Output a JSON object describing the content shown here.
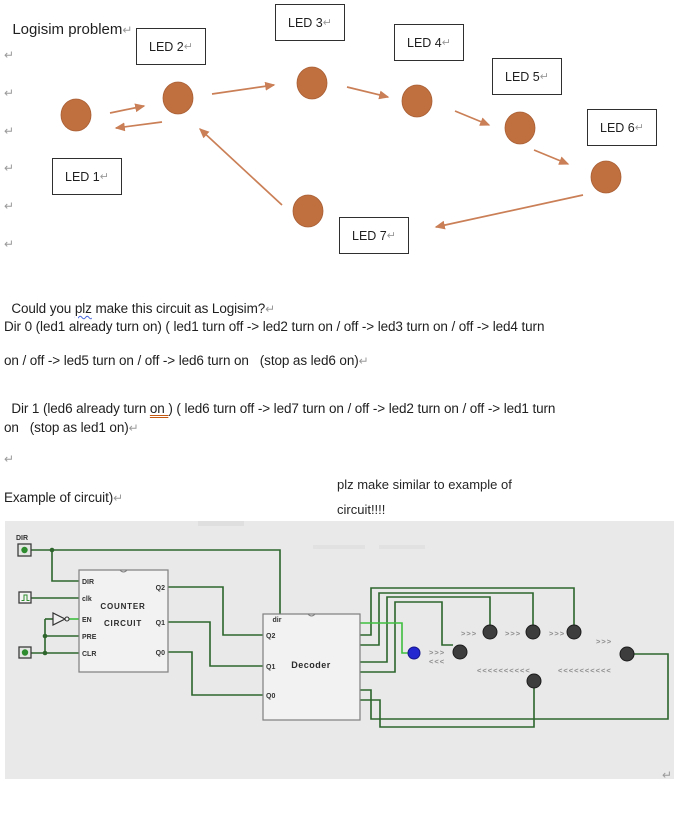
{
  "title": "Logisim problem",
  "marks": {
    "return": "↵"
  },
  "diagram": {
    "leds": [
      {
        "label": "LED 1"
      },
      {
        "label": "LED 2"
      },
      {
        "label": "LED 3"
      },
      {
        "label": "LED 4"
      },
      {
        "label": "LED 5"
      },
      {
        "label": "LED 6"
      },
      {
        "label": "LED 7"
      }
    ]
  },
  "paragraphs": {
    "question": {
      "a": "Could you ",
      "b": "plz",
      "c": " make this circuit as Logisim?"
    },
    "dir0": {
      "line1": "Dir 0 (led1 already turn on) ( led1 turn off -> led2 turn on / off -> led3 turn on / off -> led4 turn",
      "line2": "on / off -> led5 turn on / off -> led6 turn on   (stop as led6 on)"
    },
    "dir1": {
      "line1a": "Dir 1 (led6 already turn ",
      "line1b": "on ",
      "line1c": ") ( led6 turn off -> led7 turn on / off -> led2 turn on / off -> led1 turn",
      "line2": "on   (stop as led1 on)"
    },
    "example_caption": "Example of circuit)",
    "note": {
      "line1": "plz make similar to example of",
      "line2": "circuit!!!!"
    }
  },
  "circuit": {
    "input_label": "DIR",
    "counter": {
      "line1": "COUNTER",
      "line2": "CIRCUIT",
      "pins_left": [
        "DIR",
        "clk",
        "EN",
        "PRE",
        "CLR"
      ],
      "pins_right": [
        "Q2",
        "Q1",
        "Q0"
      ]
    },
    "decoder": {
      "title": "Decoder",
      "pin_top": "dir",
      "pins_left": [
        "Q2",
        "Q1",
        "Q0"
      ]
    },
    "glyphs": {
      "fwd": ">>>",
      "back": "<<<",
      "back_long": "<<<<<<<<<<"
    },
    "colors": {
      "wire_off": "#2d652d",
      "wire_on": "#3fbf3f",
      "led_on": "#2327cf",
      "led_off": "#3d3d3d",
      "img_bg": "#e9e9e9"
    }
  },
  "colors": {
    "shape": "#c0703f",
    "shape_edge": "#a95f35",
    "arrow": "#ca7f56",
    "squiggle": "#4466dd",
    "dbl_underline": "#c45911",
    "pilcrow": "#9a9a9a",
    "text": "#1f1f1f"
  }
}
